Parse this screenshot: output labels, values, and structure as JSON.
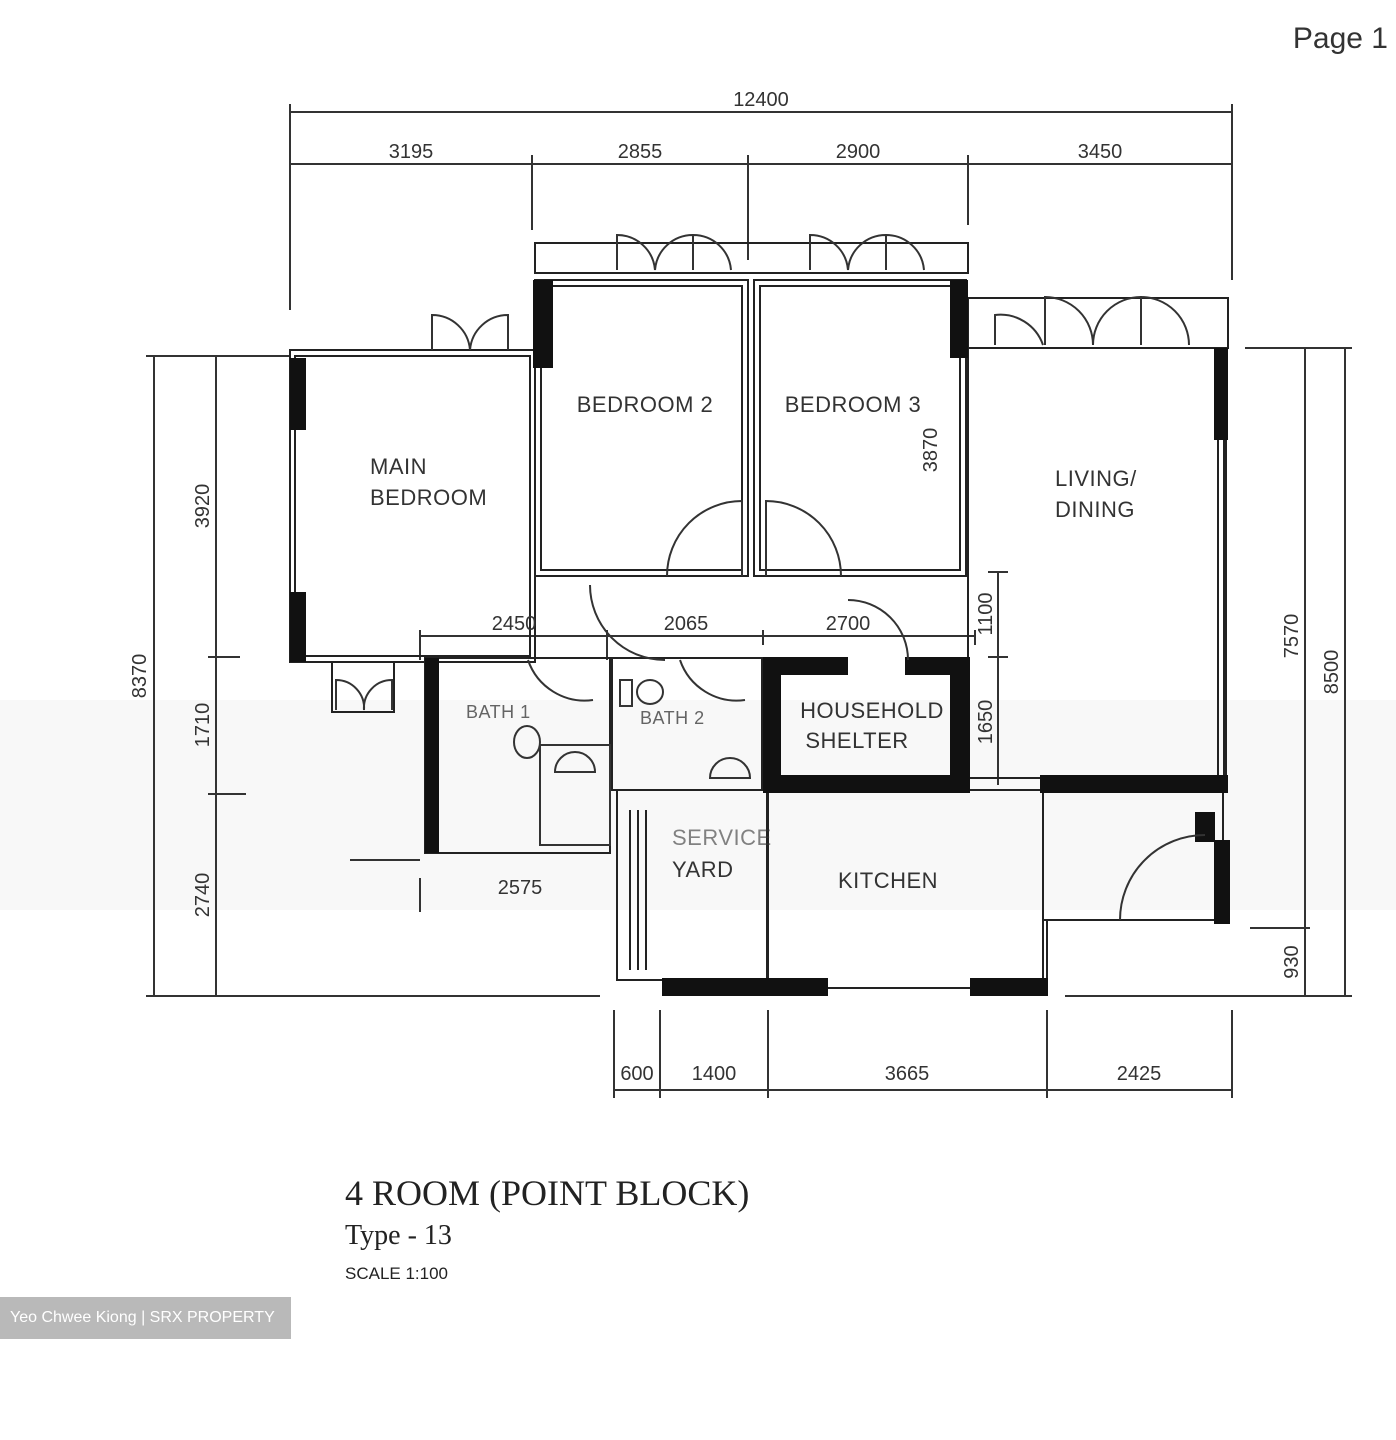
{
  "page": {
    "label": "Page 1"
  },
  "plan": {
    "top_dims": {
      "overall": "12400",
      "segments": [
        "3195",
        "2855",
        "2900",
        "3450"
      ]
    },
    "left_dims": {
      "overall": "8370",
      "segments": [
        "3920",
        "1710",
        "2740"
      ]
    },
    "right_dims": {
      "overall": "8500",
      "upper": "7570",
      "lower": "930"
    },
    "bottom_dims": {
      "segments": [
        "600",
        "1400",
        "3665",
        "2425"
      ]
    },
    "inner_dims": {
      "corridor": [
        "2450",
        "2065",
        "2700"
      ],
      "bath_width": "2575",
      "bedroom3_depth": "3870",
      "shelter_top": "1100",
      "shelter_depth": "1650"
    },
    "rooms": {
      "main_bedroom": [
        "MAIN",
        "BEDROOM"
      ],
      "bedroom2": "BEDROOM 2",
      "bedroom3": "BEDROOM 3",
      "living_dining": [
        "LIVING/",
        "DINING"
      ],
      "bath1": "BATH 1",
      "bath2": "BATH 2",
      "household_shelter": [
        "HOUSEHOLD",
        "SHELTER"
      ],
      "service_yard": [
        "SERVICE",
        "YARD"
      ],
      "kitchen": "KITCHEN"
    }
  },
  "title_block": {
    "title": "4 ROOM (POINT BLOCK)",
    "type": "Type - 13",
    "scale": "SCALE  1:100"
  },
  "watermark": {
    "text": "Yeo Chwee Kiong | SRX PROPERTY"
  },
  "colors": {
    "wall": "#111111",
    "line": "#333333",
    "watermark_bg": "#b9b9b9"
  }
}
